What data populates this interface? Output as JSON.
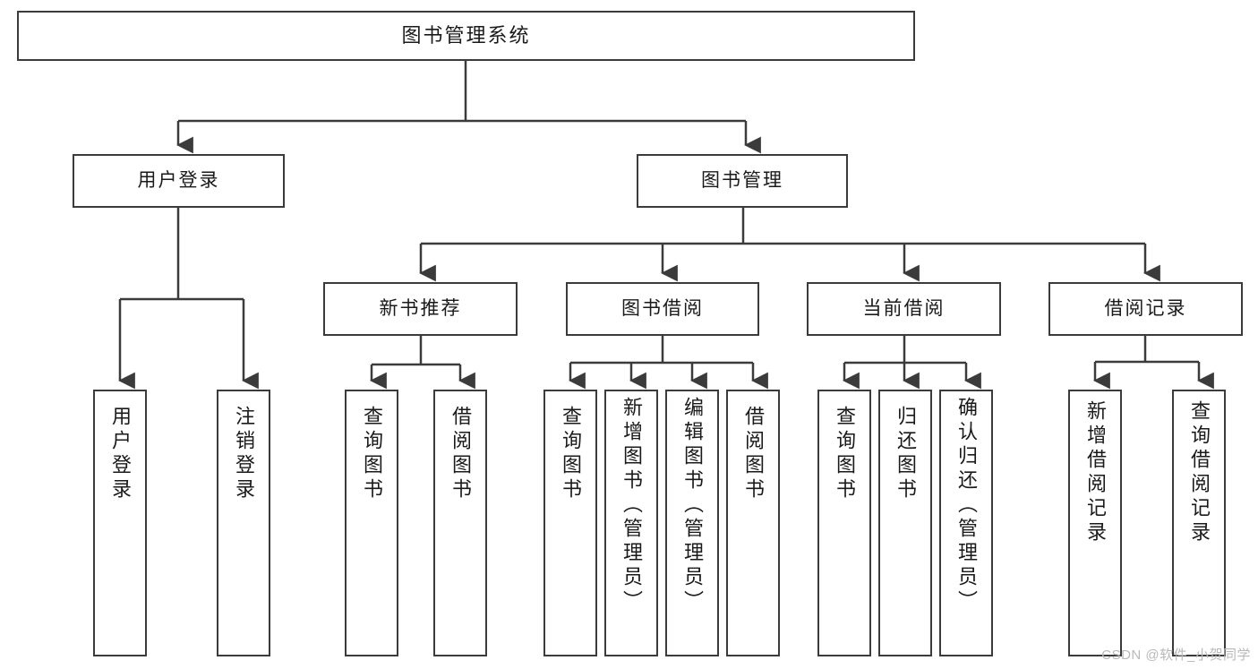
{
  "diagram": {
    "title": "图书管理系统",
    "type": "tree-hierarchy-chart",
    "colors": {
      "stroke": "#3b3b3b",
      "fill": "#ffffff",
      "text": "#1a1a1a",
      "watermark": "#b9b9b9"
    },
    "root": {
      "label": "图书管理系统"
    },
    "level2": [
      {
        "label": "用户登录"
      },
      {
        "label": "图书管理"
      }
    ],
    "level3": [
      {
        "label": "新书推荐"
      },
      {
        "label": "图书借阅"
      },
      {
        "label": "当前借阅"
      },
      {
        "label": "借阅记录"
      }
    ],
    "leaves": {
      "user_login": [
        {
          "label": "用户登录"
        },
        {
          "label": "注销登录"
        }
      ],
      "new_book_recommend": [
        {
          "label": "查询图书"
        },
        {
          "label": "借阅图书"
        }
      ],
      "book_borrow": [
        {
          "label": "查询图书"
        },
        {
          "label": "新增图书（管理员）"
        },
        {
          "label": "编辑图书（管理员）"
        },
        {
          "label": "借阅图书"
        }
      ],
      "current_borrow": [
        {
          "label": "查询图书"
        },
        {
          "label": "归还图书"
        },
        {
          "label": "确认归还（管理员）"
        }
      ],
      "borrow_record": [
        {
          "label": "新增借阅记录"
        },
        {
          "label": "查询借阅记录"
        }
      ]
    },
    "watermark": "CSDN @软件_小贺同学"
  }
}
